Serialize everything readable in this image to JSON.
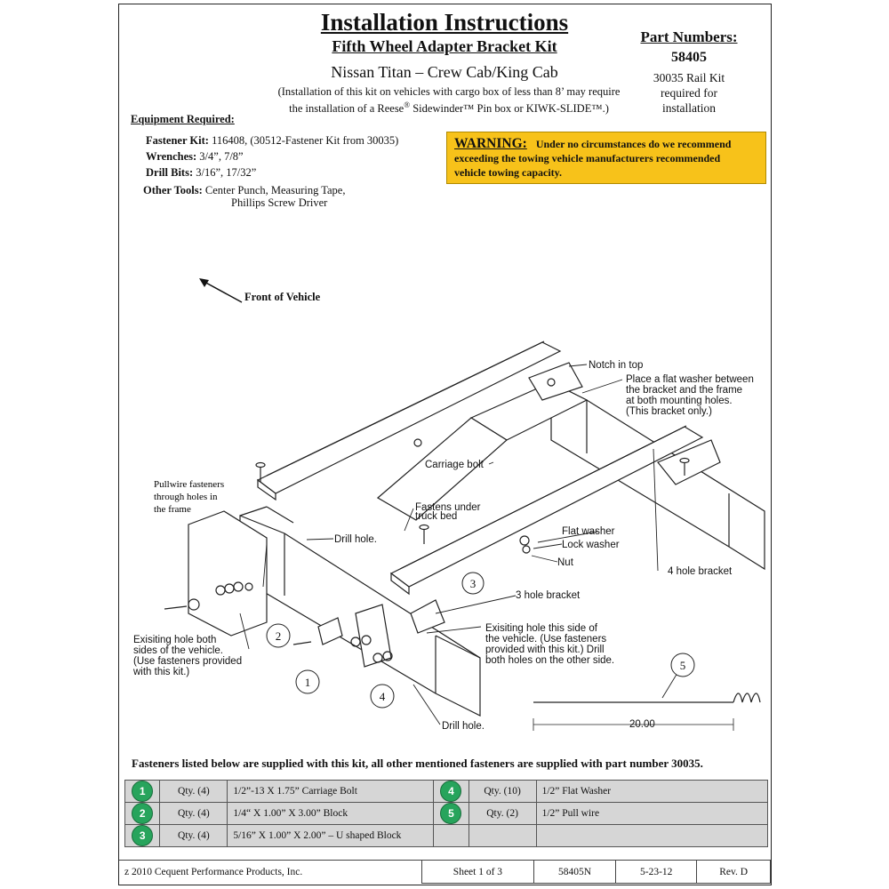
{
  "header": {
    "title": "Installation Instructions",
    "subtitle": "Fifth Wheel Adapter Bracket Kit",
    "vehicle": "Nissan Titan – Crew Cab/King Cab",
    "note_line1": "(Installation of this kit on vehicles with cargo box of less than 8’ may require",
    "note_line2_pre": "the  installation of a Reese",
    "note_reg": "®",
    "note_line2_post": " Sidewinder™ Pin box or KIWK-SLIDE™.)"
  },
  "part_numbers": {
    "heading": "Part Numbers:",
    "number": "58405",
    "rail_line1": "30035 Rail Kit",
    "rail_line2": "required for",
    "rail_line3": "installation"
  },
  "equipment": {
    "heading": "Equipment Required:",
    "fastener_label": "Fastener Kit:",
    "fastener_value": " 116408, (30512-Fastener Kit from 30035)",
    "wrenches_label": "Wrenches:",
    "wrenches_value": " 3/4”, 7/8”",
    "drill_label": "Drill Bits:",
    "drill_value": " 3/16”, 17/32”",
    "other_label": "Other Tools:",
    "other_value_line1": " Center Punch, Measuring Tape,",
    "other_value_line2": "Phillips Screw Driver"
  },
  "warning": {
    "label": "WARNING:",
    "text_line1": "Under no circumstances do we recommend",
    "text_line2": "exceeding the towing vehicle manufacturers recommended",
    "text_line3": "vehicle towing capacity.",
    "color": "#f7c21a"
  },
  "diagram": {
    "front_label": "Front of Vehicle",
    "notch": "Notch in top",
    "flat_washer_note1": "Place a flat washer between",
    "flat_washer_note2": "the bracket and the frame",
    "flat_washer_note3": "at both mounting holes.",
    "flat_washer_note4": "(This bracket only.)",
    "carriage_bolt": "Carriage bolt",
    "pullwire1": "Pullwire fasteners",
    "pullwire2": "through holes in",
    "pullwire3": "the frame",
    "fastens1": "Fastens under",
    "fastens2": "truck bed",
    "drill_hole_top": "Drill hole.",
    "flat_washer": "Flat washer",
    "lock_washer": "Lock washer",
    "nut": "Nut",
    "four_hole": "4 hole bracket",
    "three_hole": "3 hole bracket",
    "existing_left1": "Exisiting hole both",
    "existing_left2": "sides of the vehicle.",
    "existing_left3": "(Use fasteners provided",
    "existing_left4": "with this kit.)",
    "existing_right1": "Exisiting hole this side of",
    "existing_right2": "the vehicle. (Use fasteners",
    "existing_right3": "provided with this kit.) Drill",
    "existing_right4": "both holes on the other side.",
    "drill_hole_bottom": "Drill hole.",
    "dimension": "20.00",
    "callout1": "1",
    "callout2": "2",
    "callout3": "3",
    "callout4": "4",
    "callout5": "5"
  },
  "fasteners_note": "Fasteners listed below are supplied with this kit, all other mentioned fasteners are supplied with part number 30035.",
  "parts": [
    {
      "num": "1",
      "qty": "Qty. (4)",
      "desc": "1/2”-13 X 1.75” Carriage Bolt",
      "num2": "4",
      "qty2": "Qty. (10)",
      "desc2": "1/2” Flat Washer"
    },
    {
      "num": "2",
      "qty": "Qty. (4)",
      "desc": "1/4“ X 1.00” X 3.00” Block",
      "num2": "5",
      "qty2": "Qty. (2)",
      "desc2": "1/2” Pull wire"
    },
    {
      "num": "3",
      "qty": "Qty. (4)",
      "desc": "5/16” X 1.00” X 2.00” – U shaped Block",
      "num2": "",
      "qty2": "",
      "desc2": ""
    }
  ],
  "footer": {
    "copyright": "z 2010 Cequent Performance Products, Inc.",
    "sheet": "Sheet 1 of 3",
    "part": "58405N",
    "date": "5-23-12",
    "rev": "Rev. D"
  },
  "colors": {
    "badge": "#27a45c",
    "table_bg": "#d6d6d6"
  }
}
